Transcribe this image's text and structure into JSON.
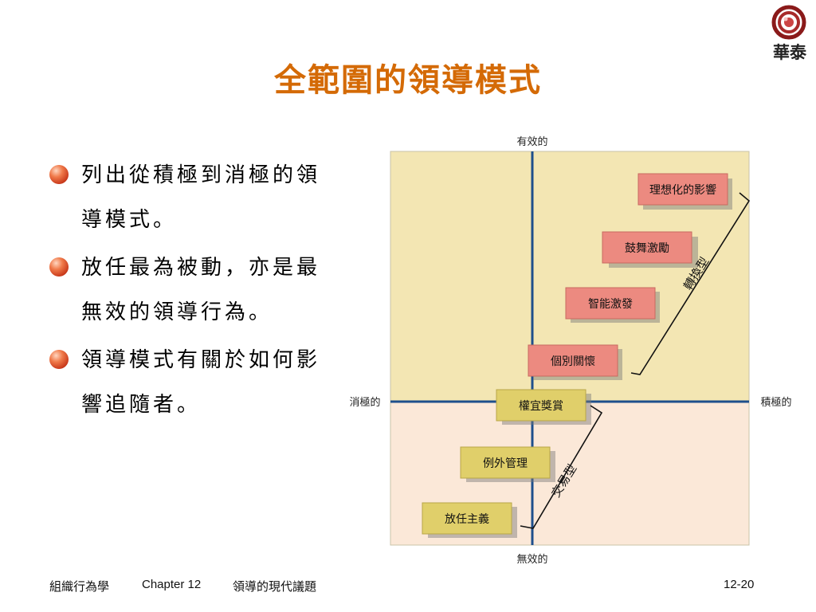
{
  "slide": {
    "title": "全範圍的領導模式",
    "logo_text": "華泰",
    "bullets": [
      {
        "text": "列出從積極到消極的領導模式。"
      },
      {
        "text": "放任最為被動，亦是最無效的領導行為。"
      },
      {
        "text": "領導模式有關於如何影響追隨者。"
      }
    ]
  },
  "diagram": {
    "labels": {
      "top": "有效的",
      "bottom": "無效的",
      "left": "消極的",
      "right": "積極的"
    },
    "transformational": {
      "label": "轉換型",
      "items": [
        "理想化的影響",
        "鼓舞激勵",
        "智能激發",
        "個別關懷"
      ]
    },
    "transactional": {
      "label": "交易型",
      "items": [
        "權宜獎賞",
        "例外管理",
        "放任主義"
      ]
    },
    "colors": {
      "upper_bg": "#f3e6b3",
      "lower_bg": "#fbe8d8",
      "axis": "#1e4f8c",
      "red_box": "#ec8a80",
      "yellow_box": "#e0cf6a"
    }
  },
  "footer": {
    "course": "組織行為學",
    "chapter": "Chapter 12",
    "topic": "領導的現代議題",
    "page": "12-20"
  }
}
